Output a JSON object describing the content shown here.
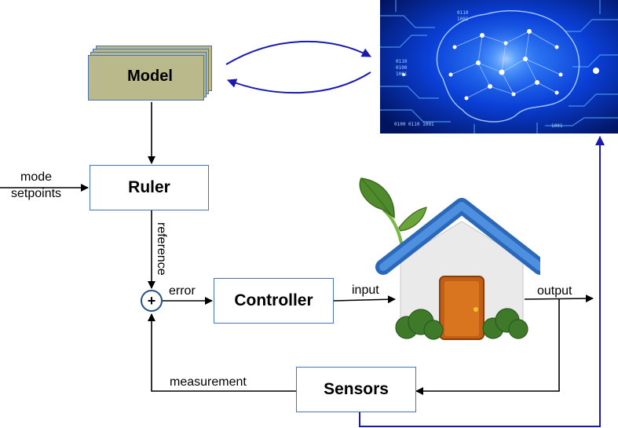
{
  "blocks": {
    "model": "Model",
    "ruler": "Ruler",
    "controller": "Controller",
    "sensors": "Sensors",
    "sum": "+"
  },
  "labels": {
    "mode": "mode",
    "setpoints": "setpoints",
    "reference": "reference",
    "error": "error",
    "input": "input",
    "output": "output",
    "measurement": "measurement"
  },
  "brain_texts": [
    "0110",
    "0100",
    "1001",
    "0110",
    "1001",
    "0100 0110 1001",
    "1001"
  ],
  "colors": {
    "block_border": "#4a73b3",
    "loop_line": "#1a1ab0",
    "model_fill": "#b9b98c",
    "roof": "#3a78c9",
    "door": "#b85a14",
    "leaf": "#4f8a2c"
  }
}
